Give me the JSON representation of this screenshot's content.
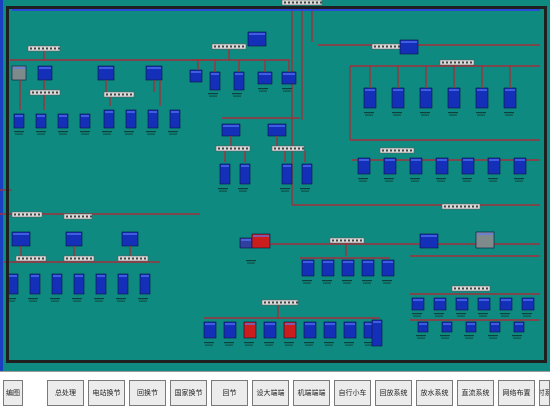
{
  "colors": {
    "background": "#0f8a80",
    "bus_line": "#a0303a",
    "top_bus": "#2a4bd8",
    "switch_body": "#d9d9d9",
    "node_blue": "#1530b8",
    "node_red": "#cc1d1d",
    "node_gray": "#7f8b8a",
    "text_dark": "#0d2a26"
  },
  "toolbar": {
    "buttons": [
      {
        "id": "btn-0",
        "label": "编图"
      },
      {
        "id": "btn-1",
        "label": "总处理"
      },
      {
        "id": "btn-2",
        "label": "电站换节"
      },
      {
        "id": "btn-3",
        "label": "回换节"
      },
      {
        "id": "btn-4",
        "label": "国家换节"
      },
      {
        "id": "btn-5",
        "label": "回节"
      },
      {
        "id": "btn-6",
        "label": "设大端端"
      },
      {
        "id": "btn-7",
        "label": "机端端端"
      },
      {
        "id": "btn-8",
        "label": "自行小车"
      },
      {
        "id": "btn-9",
        "label": "回放系统"
      },
      {
        "id": "btn-10",
        "label": "放水系统"
      },
      {
        "id": "btn-11",
        "label": "直流系统"
      },
      {
        "id": "btn-12",
        "label": "网络布置"
      },
      {
        "id": "btn-13",
        "label": "主时系统"
      }
    ]
  },
  "icons": {
    "workstation": "monitor-icon",
    "server": "server-icon",
    "switch": "network-switch-icon",
    "controller": "controller-icon"
  }
}
